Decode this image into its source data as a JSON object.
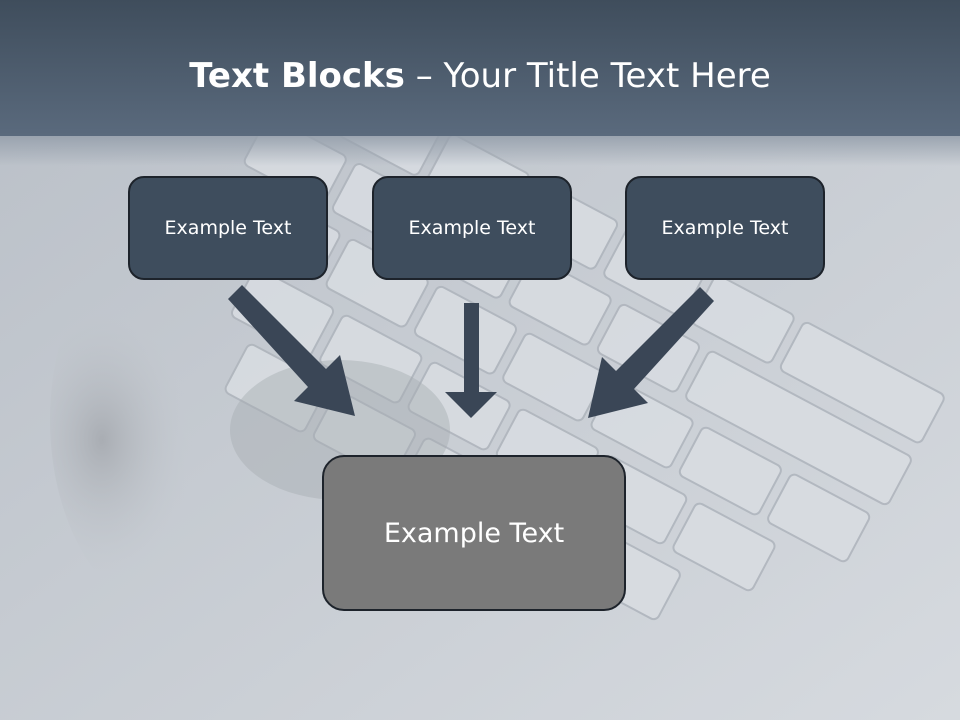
{
  "slide": {
    "title_bold": "Text Blocks",
    "title_rest": " – Your Title Text Here"
  },
  "diagram": {
    "top_boxes": [
      {
        "label": "Example Text"
      },
      {
        "label": "Example Text"
      },
      {
        "label": "Example Text"
      }
    ],
    "bottom_box": {
      "label": "Example Text"
    }
  },
  "colors": {
    "header": "#4b5a6b",
    "top_box_fill": "#3e4d5d",
    "bottom_box_fill": "#7a7a7a",
    "arrow": "#3a4656",
    "text": "#ffffff"
  }
}
